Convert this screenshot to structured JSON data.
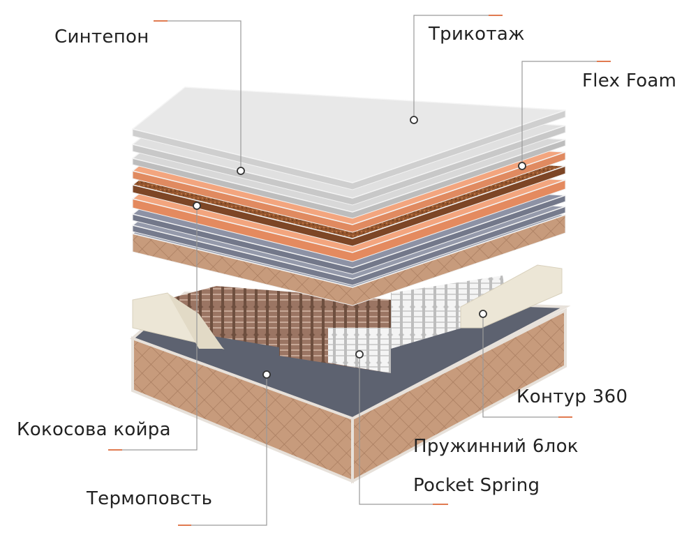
{
  "labels": {
    "sintepon": "Синтепон",
    "trikotazh": "Трикотаж",
    "flex_foam": "Flex Foam",
    "coir": "Кокосова койра",
    "thermofelt": "Термоповсть",
    "contour": "Контур 360",
    "spring_block_line1": "Пружинний 6лок",
    "spring_block_line2": "Pocket Spring"
  },
  "colors": {
    "accent": "#e07a50",
    "leader": "#9a9a9a",
    "text": "#222222"
  }
}
